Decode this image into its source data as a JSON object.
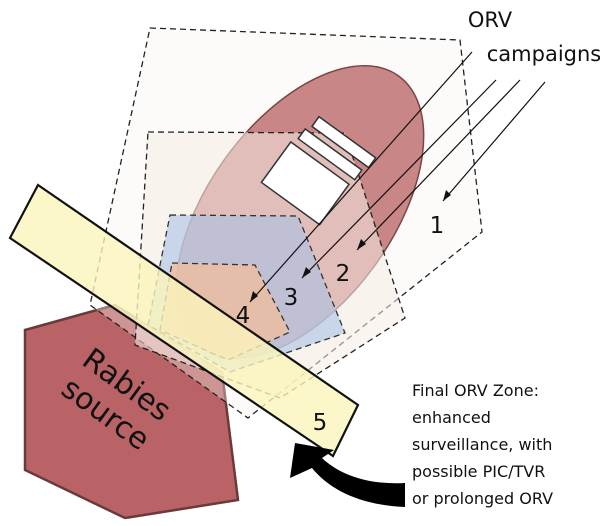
{
  "header": {
    "line1": "ORV",
    "line2": "campaigns"
  },
  "source": {
    "line1": "Rabies",
    "line2": "source"
  },
  "zones": [
    "1",
    "2",
    "3",
    "4",
    "5"
  ],
  "final_zone_note": [
    "Final ORV Zone:",
    "enhanced",
    "surveillance, with",
    "possible PIC/TVR",
    "or prolonged ORV"
  ],
  "colors": {
    "rabies_source": "#b96366",
    "campaign_ellipse": "#c98686",
    "zone3_fill": "#a9c1e4",
    "zone4_fill": "#f0bd9a",
    "final_zone_fill": "#fbf5bb",
    "arrow": "#000000"
  }
}
